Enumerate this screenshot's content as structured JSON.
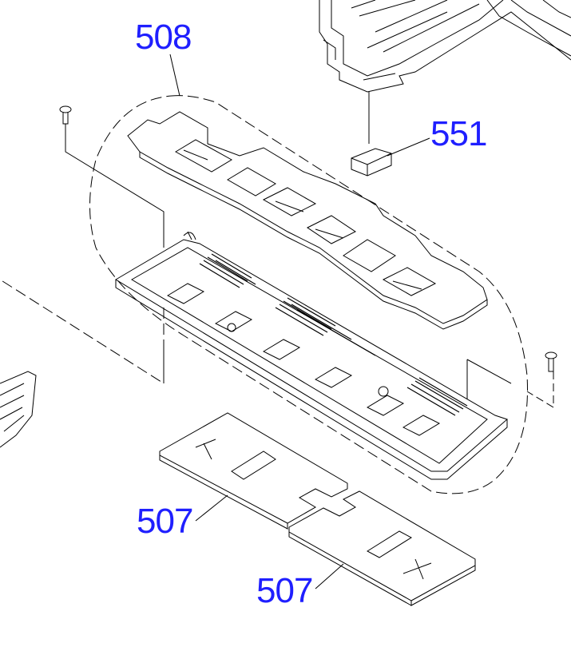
{
  "diagram": {
    "label_color": "#1f1fff",
    "line_color": "#000000",
    "callouts": [
      {
        "id": "508",
        "text": "508",
        "part": "paper-guide-assembly"
      },
      {
        "id": "551",
        "text": "551",
        "part": "pad"
      },
      {
        "id": "507a",
        "text": "507",
        "part": "porous-pad-left"
      },
      {
        "id": "507b",
        "text": "507",
        "part": "porous-pad-right"
      }
    ]
  }
}
